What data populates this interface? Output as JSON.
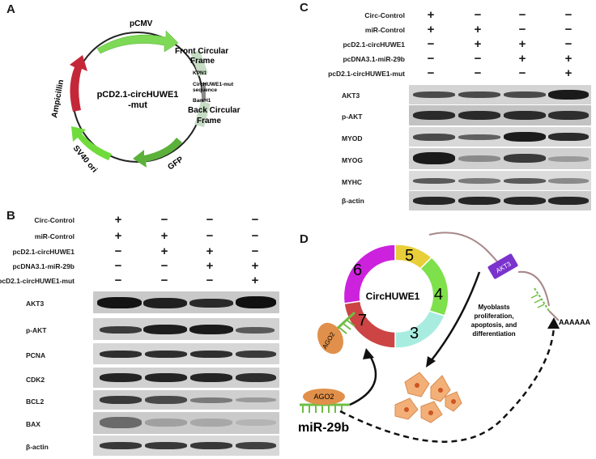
{
  "panels": {
    "a": "A",
    "b": "B",
    "c": "C",
    "d": "D"
  },
  "plasmid": {
    "name_line1": "pCD2.1-circHUWE1",
    "name_line2": "-mut",
    "pcmv": "pCMV",
    "front_line1": "Front Circular",
    "front_line2": "Frame",
    "kpn1": "KPN1",
    "seq_line1": "CircHUWE1-mut",
    "seq_line2": "sequence",
    "bamh1": "BamH1",
    "back_line1": "Back Circular",
    "back_line2": "Frame",
    "gfp": "GFP",
    "sv40": "SV40 ori",
    "ampicillin": "Ampicillin"
  },
  "conditions": {
    "rows": [
      "Circ-Control",
      "miR-Control",
      "pcD2.1-circHUWE1",
      "pcDNA3.1-miR-29b",
      "pcD2.1-circHUWE1-mut"
    ],
    "signs": [
      [
        "+",
        "−",
        "−",
        "−"
      ],
      [
        "+",
        "+",
        "−",
        "−"
      ],
      [
        "−",
        "+",
        "+",
        "−"
      ],
      [
        "−",
        "−",
        "+",
        "+"
      ],
      [
        "−",
        "−",
        "−",
        "+"
      ]
    ]
  },
  "blot_b": [
    "AKT3",
    "p-AKT",
    "PCNA",
    "CDK2",
    "BCL2",
    "BAX",
    "β-actin"
  ],
  "blot_c": [
    "AKT3",
    "p-AKT",
    "MYOD",
    "MYOG",
    "MYHC",
    "β-actin"
  ],
  "diagram": {
    "circ_name": "CircHUWE1",
    "segments": [
      "3",
      "4",
      "5",
      "6",
      "7"
    ],
    "ago2_top": "AGO2",
    "ago2_bottom": "AGO2",
    "mirna": "miR-29b",
    "akt3": "AKT3",
    "polya": "AAAAAA",
    "outcome_line1": "Myoblasts",
    "outcome_line2": "proliferation,",
    "outcome_line3": "apoptosis, and",
    "outcome_line4": "differentiation"
  },
  "colors": {
    "seg3": "#a8ece0",
    "seg4": "#7ee04a",
    "seg5": "#e8cf3a",
    "seg6": "#cc22dd",
    "seg7": "#cc4444",
    "ago2": "#e0904a",
    "akt3": "#7a33cc",
    "stem": "#6fbe44",
    "cell": "#f2b078"
  }
}
